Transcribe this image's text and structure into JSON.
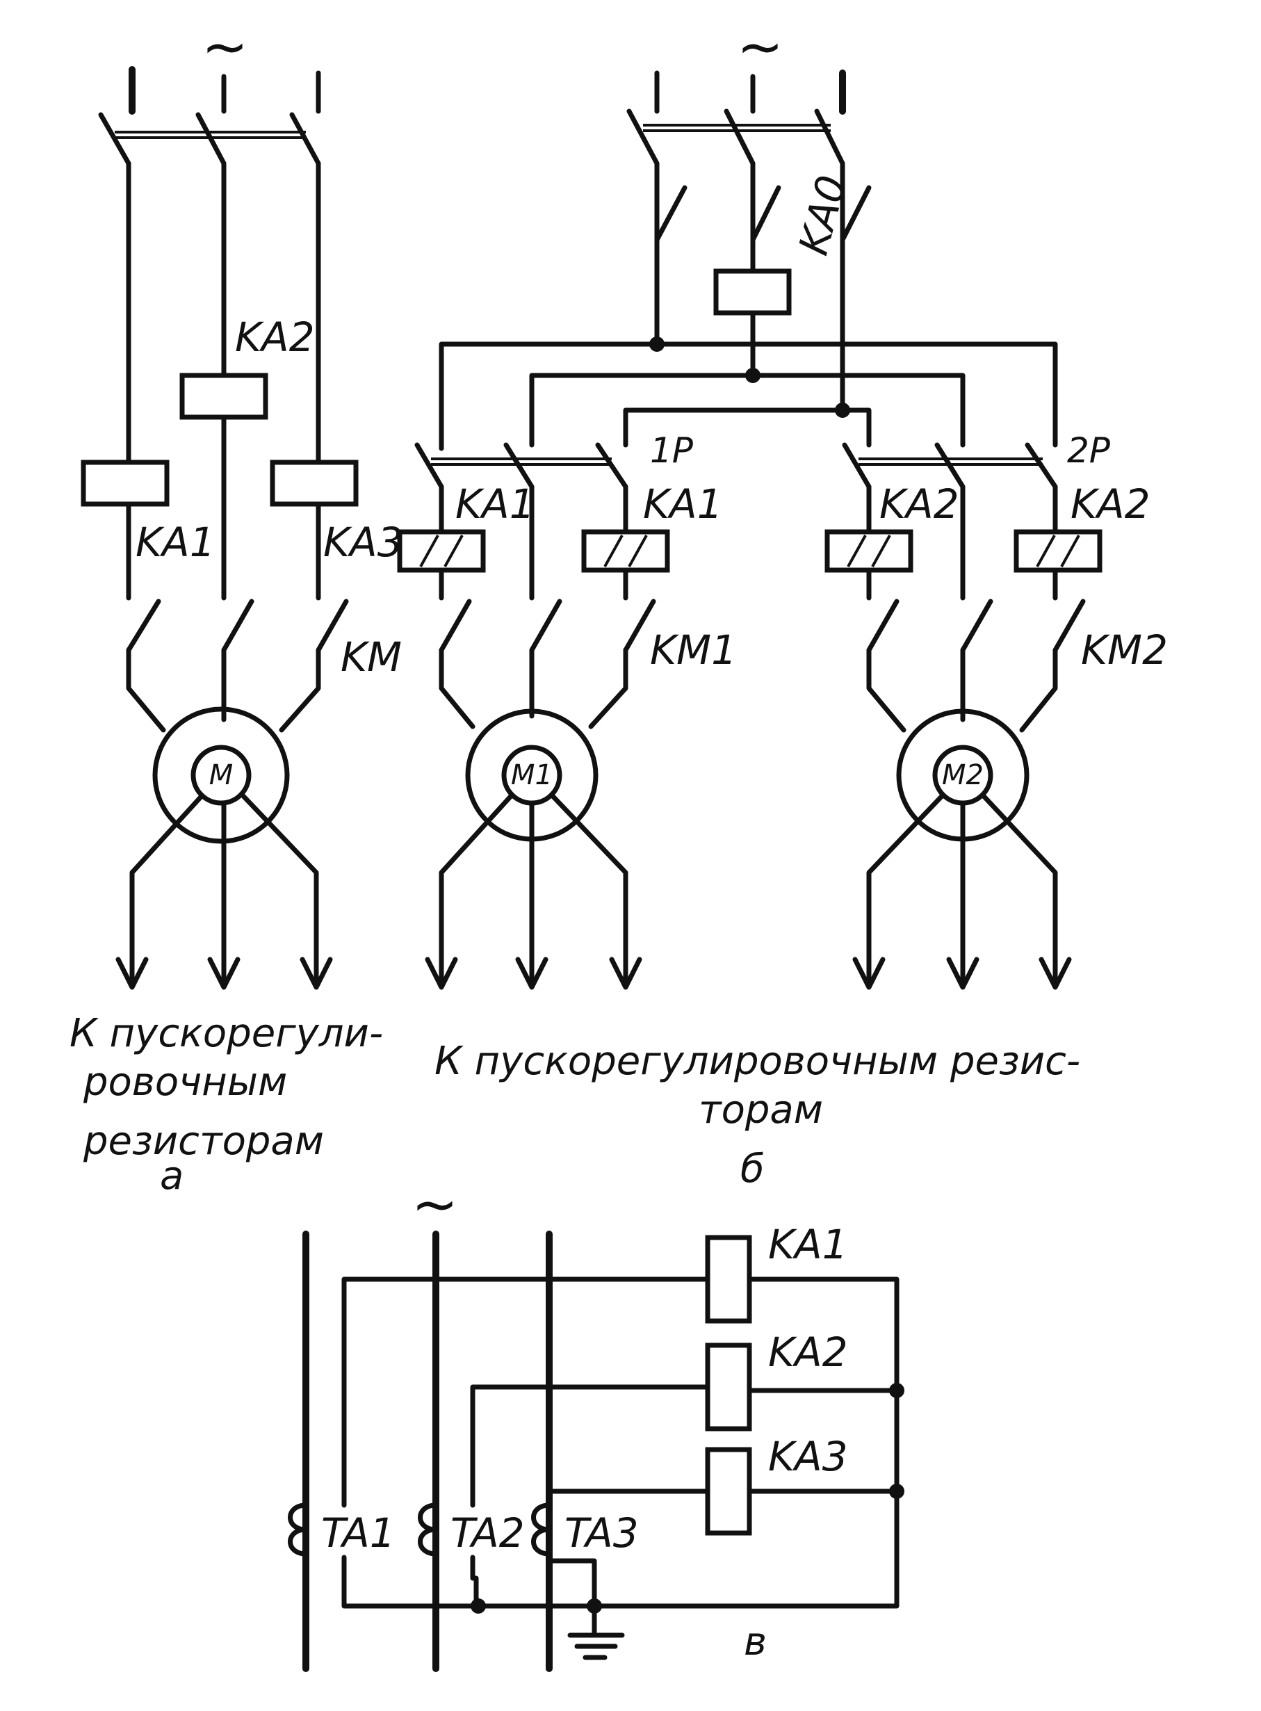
{
  "diagram_a": {
    "supply_symbol": "~",
    "relays": [
      "KA1",
      "KA2",
      "KA3"
    ],
    "contactor": "KM",
    "motor": "M",
    "caption_lines": [
      "К пускорегули-",
      "ровочным",
      "резисторам"
    ],
    "panel_letter": "а"
  },
  "diagram_b": {
    "supply_symbol": "~",
    "relay_zero": "KA0",
    "group1_label": "1Р",
    "group1_coils": [
      "KA1",
      "KA1"
    ],
    "group2_label": "2Р",
    "group2_coils": [
      "KA2",
      "KA2"
    ],
    "contactor1": "KM1",
    "contactor2": "KM2",
    "motor1": "M1",
    "motor2": "M2",
    "caption_lines": [
      "К пускорегулировочным  резис-",
      "торам"
    ],
    "panel_letter": "б"
  },
  "diagram_c": {
    "supply_symbol": "~",
    "relays": [
      "KA1",
      "KA2",
      "KA3"
    ],
    "transformers": [
      "TA1",
      "TA2",
      "TA3"
    ],
    "panel_letter": "в"
  }
}
